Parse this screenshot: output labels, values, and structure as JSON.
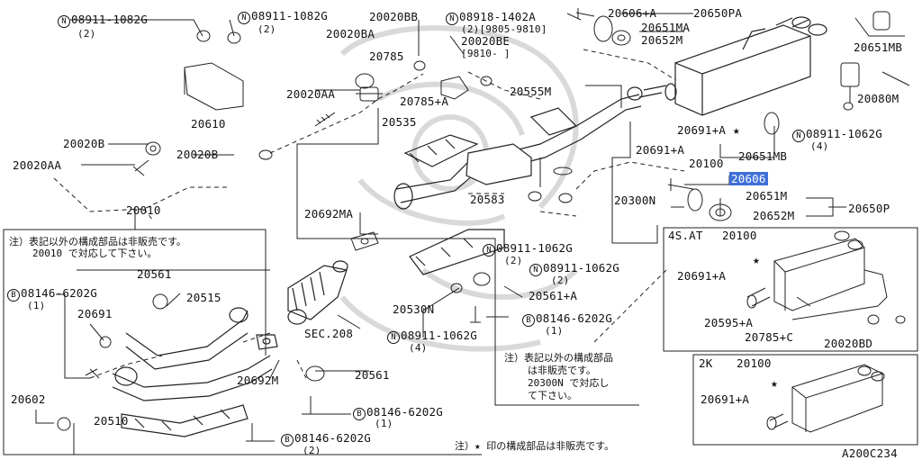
{
  "diagram_id": "A200C234",
  "labels": {
    "n08911_1082g_a": "08911-1082G",
    "qty2_a": "(2)",
    "n08911_1082g_b": "08911-1082G",
    "qty2_b": "(2)",
    "p20020bb": "20020BB",
    "n08918_1402a": "08918-1402A",
    "range_9805_9810": "(2)[9805-9810]",
    "p20020be": "20020BE",
    "range_9810": "[9810-    ]",
    "p20606a": "20606+A",
    "p20650pa": "20650PA",
    "p20651ma": "20651MA",
    "p20652m_top": "20652M",
    "p20651mb_r": "20651MB",
    "p20080m": "20080M",
    "p20020ba": "20020BA",
    "p20785": "20785",
    "p20785a": "20785+A",
    "p20555m": "20555M",
    "p20020aa": "20020AA",
    "p20610": "20610",
    "p20535": "20535",
    "p20691a_1": "20691+A",
    "p20691a_2": "20691+A",
    "p20100": "20100",
    "p20651mb": "20651MB",
    "n08911_1062g_r": "08911-1062G",
    "qty4_r": "(4)",
    "p20020b_1": "20020B",
    "p20020aa_l": "20020AA",
    "p20020b_2": "20020B",
    "p20606_sel": "20606",
    "p20300n": "20300N",
    "p20583": "20583",
    "p20651m": "20651M",
    "p20652m": "20652M",
    "p20650p": "20650P",
    "p20010": "20010",
    "p20692ma": "20692MA",
    "note_top_1": "注）表記以外の構成部品は非販売です。",
    "note_top_2": "20010 で対応して下さい。",
    "p20561_top": "20561",
    "b08146_a": "08146-6202G",
    "qty1_a": "(1)",
    "p20515": "20515",
    "n08911_1062g_c": "08911-1062G",
    "qty2_c": "(2)",
    "n08911_1062g_d": "08911-1062G",
    "qty2_d": "(2)",
    "p20691": "20691",
    "sec208": "SEC.208",
    "p20561a": "20561+A",
    "p20530n": "20530N",
    "b08146_b": "08146-6202G",
    "qty1_b": "(1)",
    "n08911_1062g_e": "08911-1062G",
    "qty4_e": "(4)",
    "p20692m": "20692M",
    "p20561_mid": "20561",
    "note_mid_1": "注）表記以外の構成部品",
    "note_mid_2": "は非販売です。",
    "note_mid_3": "20300N で対応し",
    "note_mid_4": "て下さい。",
    "p20602": "20602",
    "b08146_c": "08146-6202G",
    "qty1_c": "(1)",
    "p20510": "20510",
    "b08146_d": "08146-6202G",
    "qty2_e": "(2)",
    "inset1_title": "4S.AT",
    "inset1_20100": "20100",
    "inset1_20691a": "20691+A",
    "inset1_20595a": "20595+A",
    "inset1_20785c": "20785+C",
    "inset1_20020bd": "20020BD",
    "inset2_title": "2K",
    "inset2_20100": "20100",
    "inset2_20691a": "20691+A",
    "note_bottom": "注）★ 印の構成部品は非販売です。",
    "star": "★",
    "circle_n": "N",
    "circle_b": "B"
  }
}
